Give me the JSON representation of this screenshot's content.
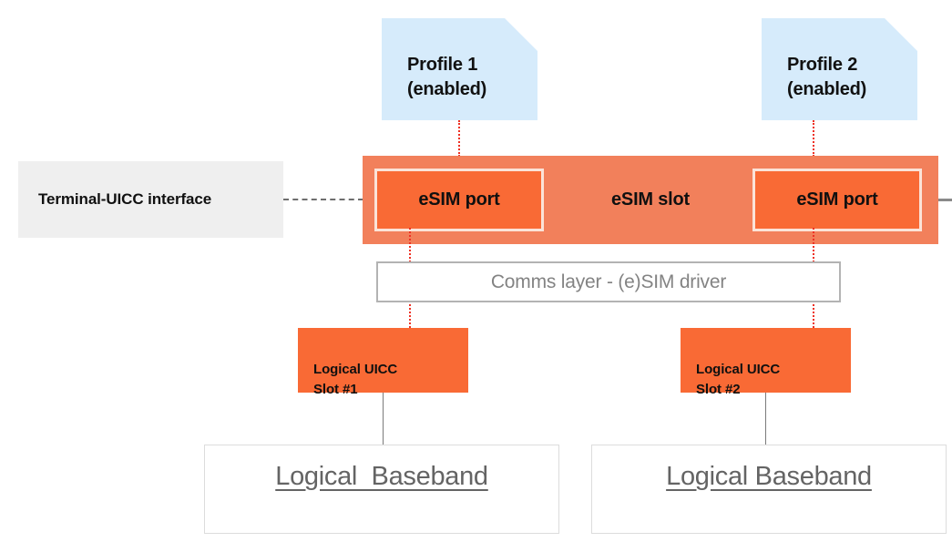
{
  "diagram": {
    "title": "eSIM slot / multi-port architecture",
    "colors": {
      "profile_fill": "#d6ebfb",
      "slot_fill": "#f2805b",
      "port_fill": "#f96a35",
      "port_border": "#fbe3d8",
      "uicc_slot_fill": "#f96a35",
      "interface_fill": "#efefef",
      "comms_border": "#b3b3b3",
      "comms_text": "#838383",
      "baseband_border": "#dcdcdc",
      "baseband_text": "#646464",
      "dotted_connector": "#ee3124",
      "dashed_connector": "#6e6e6e",
      "solid_connector": "#7b7b7b"
    },
    "profiles": [
      {
        "label": "Profile 1\n(enabled)"
      },
      {
        "label": "Profile 2\n(enabled)"
      }
    ],
    "terminal_interface": {
      "label": "Terminal-UICC interface"
    },
    "esim_slot": {
      "label": "eSIM slot",
      "ports": [
        {
          "label": "eSIM port"
        },
        {
          "label": "eSIM port"
        }
      ]
    },
    "comms_layer": {
      "label": "Comms layer - (e)SIM driver"
    },
    "uicc_slots": [
      {
        "label": "Logical UICC\nSlot #1"
      },
      {
        "label": "Logical UICC\nSlot #2"
      }
    ],
    "basebands": [
      {
        "label": "Logical  Baseband"
      },
      {
        "label": "Logical Baseband"
      }
    ]
  }
}
